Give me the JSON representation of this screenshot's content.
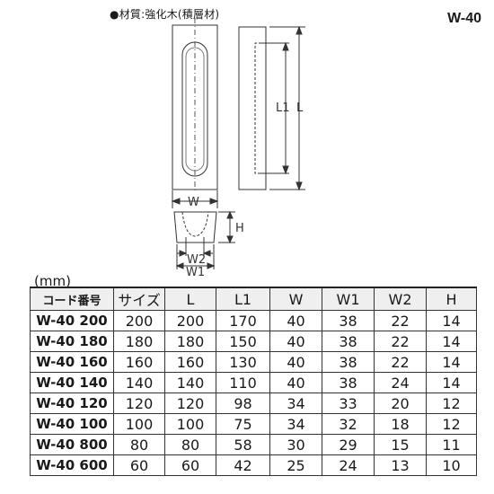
{
  "material_label": "●材質:強化木(積層材)",
  "model_title": "W-40",
  "drawing_labels": {
    "W": "W",
    "W1": "W1",
    "W2": "W2",
    "H": "H",
    "L": "L",
    "L1": "L1"
  },
  "unit_label": "(mm)",
  "table": {
    "headers": [
      "コード番号",
      "サイズ",
      "L",
      "L1",
      "W",
      "W1",
      "W2",
      "H"
    ],
    "rows": [
      [
        "W-40 200",
        "200",
        "200",
        "170",
        "40",
        "38",
        "22",
        "14"
      ],
      [
        "W-40 180",
        "180",
        "180",
        "150",
        "40",
        "38",
        "22",
        "14"
      ],
      [
        "W-40 160",
        "160",
        "160",
        "130",
        "40",
        "38",
        "22",
        "14"
      ],
      [
        "W-40 140",
        "140",
        "140",
        "110",
        "40",
        "38",
        "24",
        "14"
      ],
      [
        "W-40 120",
        "120",
        "120",
        "98",
        "34",
        "33",
        "20",
        "12"
      ],
      [
        "W-40 100",
        "100",
        "100",
        "75",
        "34",
        "32",
        "18",
        "12"
      ],
      [
        "W-40 800",
        "80",
        "80",
        "58",
        "30",
        "29",
        "15",
        "11"
      ],
      [
        "W-40 600",
        "60",
        "60",
        "42",
        "25",
        "24",
        "13",
        "10"
      ]
    ]
  }
}
